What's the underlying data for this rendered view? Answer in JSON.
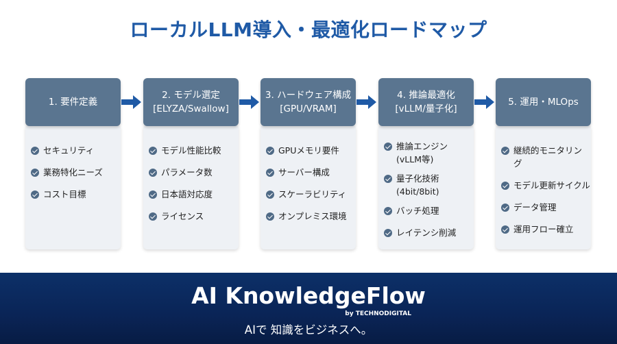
{
  "title": "ローカルLLM導入・最適化ロードマップ",
  "colors": {
    "title": "#1f5aa6",
    "header": "#5a7590",
    "arrow": "#1f5aa6",
    "footer": "#0a2456",
    "card": "#eef1f5"
  },
  "steps": [
    {
      "head1": "1. 要件定義",
      "head2": "",
      "items": [
        "セキュリティ",
        "業務特化ニーズ",
        "コスト目標"
      ]
    },
    {
      "head1": "2. モデル選定",
      "head2": "[ELYZA/Swallow]",
      "items": [
        "モデル性能比較",
        "パラメータ数",
        "日本語対応度",
        "ライセンス"
      ]
    },
    {
      "head1": "3. ハードウェア構成",
      "head2": "[GPU/VRAM]",
      "items": [
        "GPUメモリ要件",
        "サーバー構成",
        "スケーラビリティ",
        "オンプレミス環境"
      ]
    },
    {
      "head1": "4. 推論最適化",
      "head2": "[vLLM/量子化]",
      "items": [
        "推論エンジン\n(vLLM等)",
        "量子化技術\n(4bit/8bit)",
        "バッチ処理",
        "レイテンシ削減"
      ]
    },
    {
      "head1": "5. 運用・MLOps",
      "head2": "",
      "items": [
        "継続的モニタリング",
        "モデル更新サイクル",
        "データ管理",
        "運用フロー確立"
      ]
    }
  ],
  "footer": {
    "brand": "AI KnowledgeFlow",
    "byline": "by TECHNODIGITAL",
    "tagline": "AIで 知識をビジネスへ。"
  }
}
